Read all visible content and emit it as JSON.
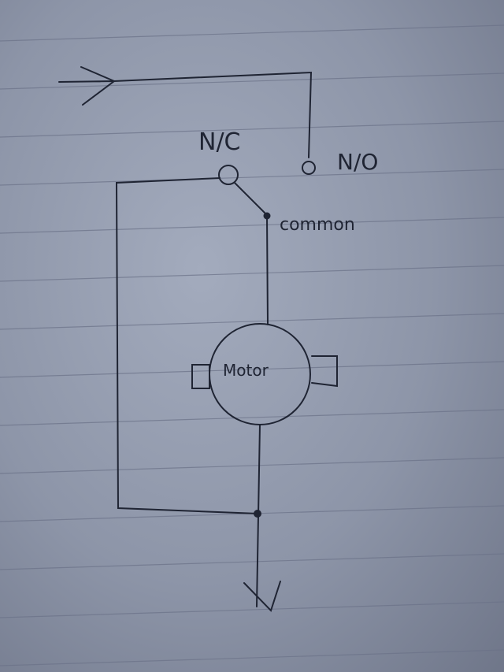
{
  "diagram": {
    "labels": {
      "nc": "N/C",
      "no": "N/O",
      "common": "common",
      "motor": "Motor"
    },
    "colors": {
      "paper": "#8d95a8",
      "rule_line": "#6b7288",
      "pencil": "#1f2433"
    }
  }
}
